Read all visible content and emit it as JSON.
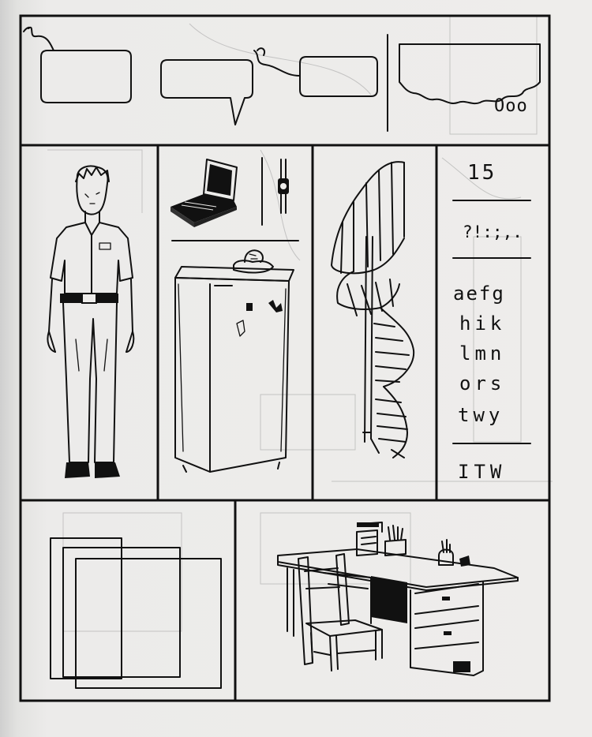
{
  "lettering": {
    "ooo": "Ooo",
    "numbers": "15",
    "punctuation": "?!:;,.",
    "row1": "aefg",
    "row2": "hik",
    "row3": "lmn",
    "row4": "ors",
    "row5": "twy",
    "caps": "ITW"
  },
  "colors": {
    "ink": "#111111",
    "paper": "#eeedeb"
  }
}
